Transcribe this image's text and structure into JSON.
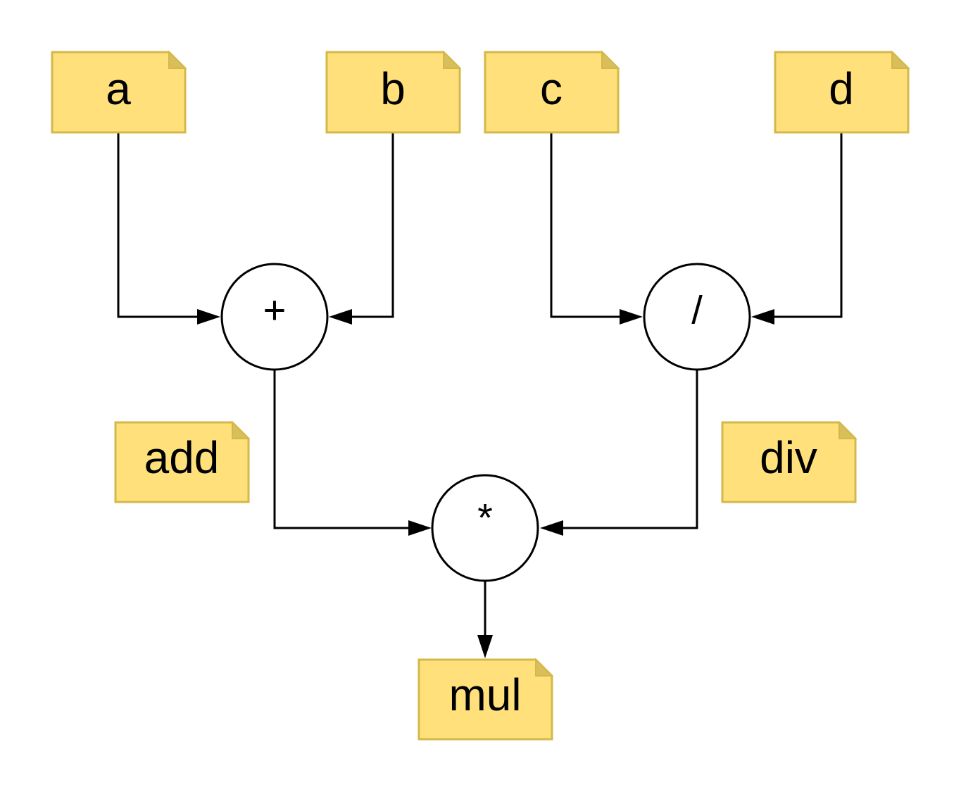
{
  "diagram": {
    "inputs": {
      "a": "a",
      "b": "b",
      "c": "c",
      "d": "d"
    },
    "operators": {
      "add": "+",
      "div": "/",
      "mul": "*"
    },
    "result_labels": {
      "add": "add",
      "div": "div",
      "mul": "mul"
    },
    "colors": {
      "note_fill": "#ffe07a",
      "note_border": "#d4b84a",
      "line": "#000000"
    }
  }
}
